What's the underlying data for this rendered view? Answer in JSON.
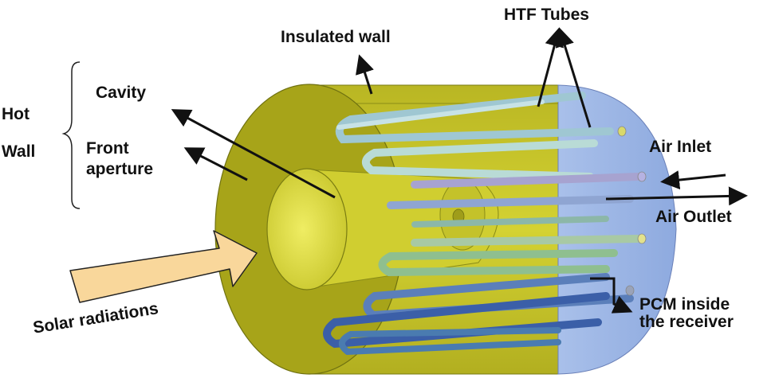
{
  "labels": {
    "hot": "Hot",
    "wall": "Wall",
    "cavity": "Cavity",
    "front_aperture_line1": "Front",
    "front_aperture_line2": "aperture",
    "insulated_wall": "Insulated wall",
    "htf_tubes": "HTF Tubes",
    "air_inlet": "Air Inlet",
    "air_outlet": "Air Outlet",
    "pcm_line1": "PCM inside",
    "pcm_line2": "the receiver",
    "solar_radiations": "Solar radiations"
  },
  "colors": {
    "shell_face": "#a8a51a",
    "shell_body": "#c8c62a",
    "cavity": "#dedc3c",
    "pcm_region": "#9fb6e6",
    "tube_light": "#b8d9df",
    "tube_mid": "#7fa7c8",
    "tube_dark": "#3b5fa8",
    "tube_green": "#8fbf8f",
    "solar_arrow": "#f9d79b"
  }
}
